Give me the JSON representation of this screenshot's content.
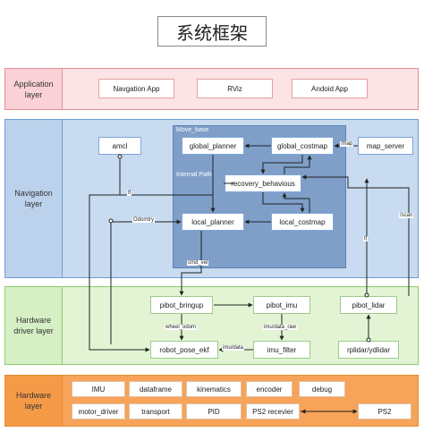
{
  "title": "系统框架",
  "layers": {
    "application": {
      "label": "Application layer"
    },
    "navigation": {
      "label": "Navigation layer"
    },
    "driver": {
      "label": "Hardware driver layer"
    },
    "hardware": {
      "label": "Hardware layer"
    }
  },
  "colors": {
    "app_fill": "#fbe3e6",
    "app_border": "#e58e93",
    "nav_fill": "#c8dbf0",
    "nav_border": "#6f9dd3",
    "move_base_fill": "#7f9fc9",
    "drv_fill": "#e2f4d4",
    "drv_border": "#8fca6e",
    "hw_fill": "#f7a35a",
    "hw_label_fill": "#f59a47"
  },
  "app_nodes": [
    "Navgation App",
    "RViz",
    "Andoid App"
  ],
  "nav": {
    "move_base_label": "Move_base",
    "internal_path_label": "Internal Path",
    "amcl": "amcl",
    "global_planner": "global_planner",
    "global_costmap": "global_costmap",
    "map_server": "map_server",
    "recovery": "recovery_behavious",
    "local_planner": "local_planner",
    "local_costmap": "local_costmap"
  },
  "driver": {
    "pibot_bringup": "pibot_bringup",
    "pibot_imu": "pibot_imu",
    "pibot_lidar": "pibot_lidar",
    "robot_pose_ekf": "robot_pose_ekf",
    "imu_filter": "imu_filter",
    "rplidar": "rplidar/ydlidar"
  },
  "edge_labels": {
    "map": "/map",
    "tf_nav": "tf",
    "odomtry": "Odomtry",
    "cmd_vel": "cmd_vel",
    "scan": "/scan",
    "tf_lidar": "tf",
    "wheel_odom": "wheel_odom",
    "imu_data_raw": "imu/data_raw",
    "imu_data": "imu/data"
  },
  "hardware": {
    "row1": [
      "IMU",
      "dataframe",
      "kinematics",
      "encoder",
      "debug"
    ],
    "row2": [
      "motor_driver",
      "transport",
      "PID",
      "PS2 recevier",
      "PS2"
    ]
  }
}
